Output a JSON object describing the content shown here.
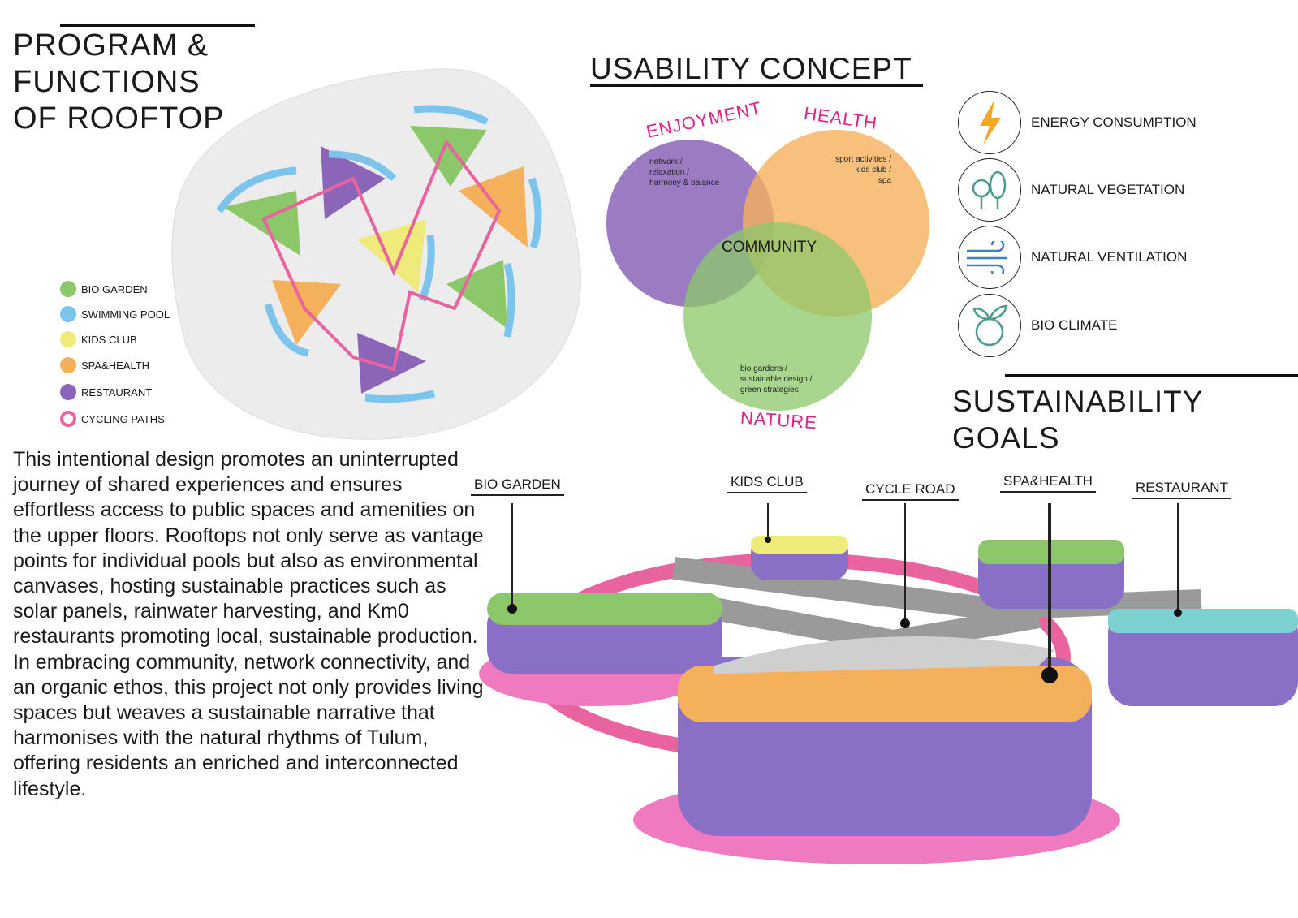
{
  "program": {
    "title_lines": [
      "PROGRAM &",
      "FUNCTIONS",
      "OF ROOFTOP"
    ]
  },
  "legend": [
    {
      "label": "BIO GARDEN",
      "color": "#8cc86a"
    },
    {
      "label": "SWIMMING POOL",
      "color": "#7cc4ec"
    },
    {
      "label": "KIDS CLUB",
      "color": "#eeeb7a"
    },
    {
      "label": "SPA&HEALTH",
      "color": "#f5b05c"
    },
    {
      "label": "RESTAURANT",
      "color": "#8a65b8"
    },
    {
      "label": "CYCLING PATHS",
      "color": "#e9639f"
    }
  ],
  "usability": {
    "title": "USABILITY CONCEPT",
    "enjoyment": "ENJOYMENT",
    "health": "HEALTH",
    "nature": "NATURE",
    "community": "COMMUNITY",
    "enjoyment_text": [
      "network /",
      "relaxation /",
      "harmony & balance"
    ],
    "health_text": [
      "sport activities /",
      "kids club /",
      "spa"
    ],
    "nature_text": [
      "bio gardens /",
      "sustainable design /",
      "green strategies"
    ]
  },
  "goals": {
    "title_lines": [
      "SUSTAINABILITY",
      "GOALS"
    ],
    "items": [
      {
        "label": "ENERGY CONSUMPTION",
        "icon": "lightning-icon"
      },
      {
        "label": "NATURAL VEGETATION",
        "icon": "trees-icon"
      },
      {
        "label": "NATURAL VENTILATION",
        "icon": "wind-icon"
      },
      {
        "label": "BIO CLIMATE",
        "icon": "earth-leaf-icon"
      }
    ]
  },
  "description": "This intentional design promotes an uninterrupted journey of shared experiences and ensures effortless access to public spaces and amenities on the upper floors. Rooftops not only serve as vantage points for individual pools but also as environmental canvases, hosting sustainable practices such as solar panels, rainwater harvesting, and Km0 restaurants promoting local, sustainable production. In embracing community, network connectivity, and an organic ethos, this project not only provides living spaces but weaves a sustainable narrative that harmonises with the natural rhythms of Tulum, offering residents an enriched and interconnected lifestyle.",
  "callouts": {
    "bio_garden": "BIO GARDEN",
    "kids_club": "KIDS CLUB",
    "cycle_road": "CYCLE ROAD",
    "spa_health": "SPA&HEALTH",
    "restaurant": "RESTAURANT"
  }
}
